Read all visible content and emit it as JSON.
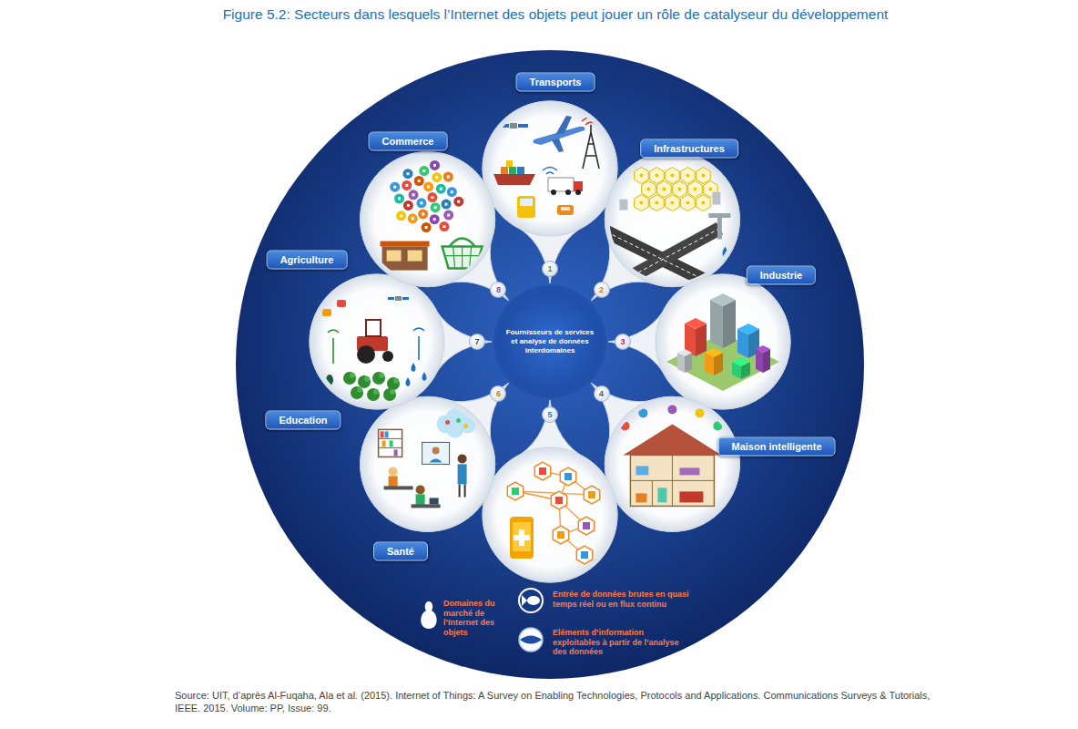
{
  "diagram": {
    "title": "Figure 5.2: Secteurs dans lesquels l’Internet des objets peut jouer un rôle de catalyseur du développement",
    "caption": "Source: UIT, d’après Al-Fuqaha, Ala et al. (2015). Internet of Things: A Survey on Enabling Technologies, Protocols and Applications. Communications Surveys & Tutorials, IEEE. 2015. Volume: PP, Issue: 99.",
    "nodes": [
      {
        "text": [
          "Transports"
        ]
      },
      {
        "text": [
          "Infrastructures"
        ]
      },
      {
        "text": [
          "Industrie"
        ]
      },
      {
        "text": [
          "Maison intelligente"
        ]
      },
      {
        "text": [
          "Santé"
        ]
      },
      {
        "text": [
          "Education"
        ]
      },
      {
        "text": [
          "Agriculture"
        ]
      },
      {
        "text": [
          "Commerce"
        ]
      },
      {
        "text": [
          "Fournisseurs de services et analyse de données interdomaines"
        ]
      }
    ],
    "labels": [
      "1",
      "2",
      "3",
      "4",
      "5",
      "6",
      "7",
      "8"
    ],
    "legend": [
      {
        "text": "Domaines du marché de l’Internet des objets"
      },
      {
        "text": "Entrée de données brutes en quasi temps réel ou en flux continu"
      },
      {
        "text": "Eléments d’information exploitables à partir de l’analyse des données"
      }
    ]
  }
}
